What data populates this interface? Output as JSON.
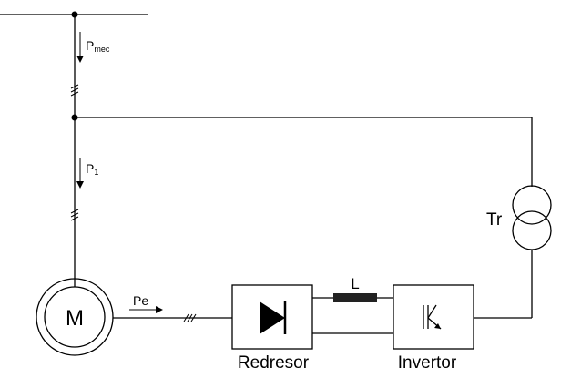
{
  "diagram": {
    "labels": {
      "p_mec": "P",
      "p_mec_sub": "mec",
      "p_1": "P",
      "p_1_sub": "1",
      "p_e": "Pe",
      "motor": "M",
      "transformer": "Tr",
      "inductor": "L",
      "rectifier": "Redresor",
      "inverter": "Invertor"
    },
    "colors": {
      "line": "#000000",
      "inductor_fill": "#222222",
      "background": "#ffffff"
    }
  }
}
